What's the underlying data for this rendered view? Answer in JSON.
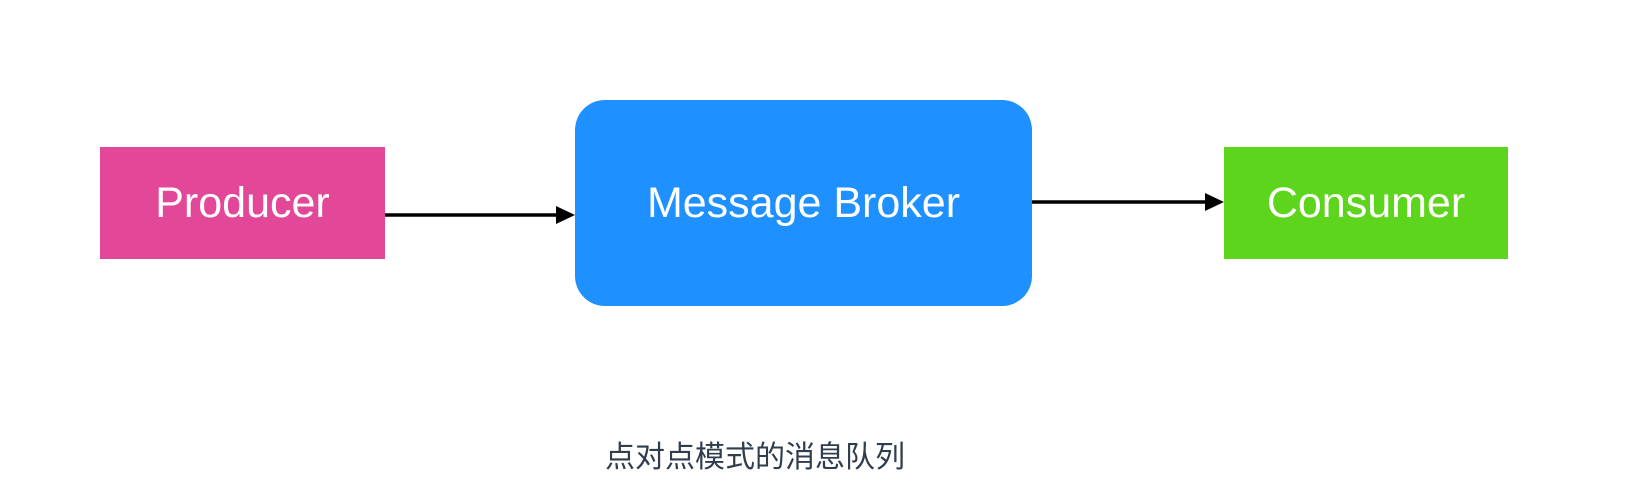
{
  "diagram": {
    "nodes": [
      {
        "id": "producer",
        "label": "Producer",
        "color": "#e34797",
        "shape": "rectangle"
      },
      {
        "id": "broker",
        "label": "Message Broker",
        "color": "#1e90ff",
        "shape": "rounded-rectangle"
      },
      {
        "id": "consumer",
        "label": "Consumer",
        "color": "#5ed51d",
        "shape": "rectangle"
      }
    ],
    "edges": [
      {
        "from": "producer",
        "to": "broker"
      },
      {
        "from": "broker",
        "to": "consumer"
      }
    ],
    "caption": "点对点模式的消息队列"
  }
}
